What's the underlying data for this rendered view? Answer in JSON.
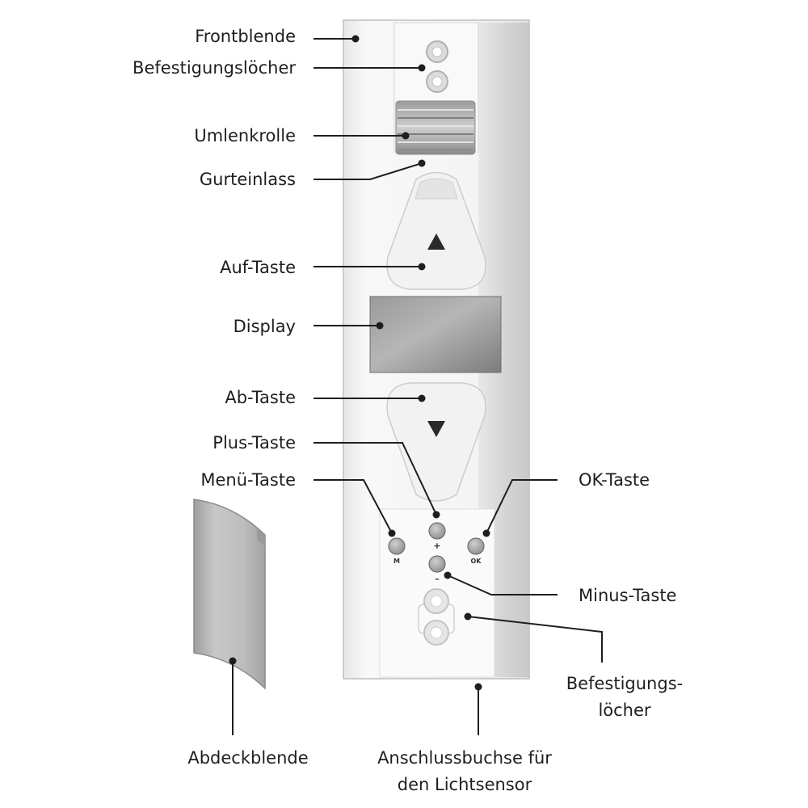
{
  "labels": {
    "frontblende": "Frontblende",
    "befestigungsloecher_top": "Befestigungslöcher",
    "umlenkrolle": "Umlenkrolle",
    "gurteinlass": "Gurteinlass",
    "auf_taste": "Auf-Taste",
    "display": "Display",
    "ab_taste": "Ab-Taste",
    "plus_taste": "Plus-Taste",
    "menue_taste": "Menü-Taste",
    "ok_taste": "OK-Taste",
    "minus_taste": "Minus-Taste",
    "befestigungsloecher_bottom_line1": "Befestigungs-",
    "befestigungsloecher_bottom_line2": "löcher",
    "abdeckblende": "Abdeckblende",
    "anschlussbuchse_line1": "Anschlussbuchse für",
    "anschlussbuchse_line2": "den Lichtsensor"
  },
  "button_marks": {
    "menu": "M",
    "ok": "OK",
    "plus": "+",
    "minus": "–"
  },
  "colors": {
    "text": "#1e1e1e",
    "device_body": "#f4f4f4",
    "side_shade": "#dcdcdc",
    "display": "#8e8e8e",
    "button": "#a8a8a8",
    "arrow": "#2a2a2a"
  }
}
